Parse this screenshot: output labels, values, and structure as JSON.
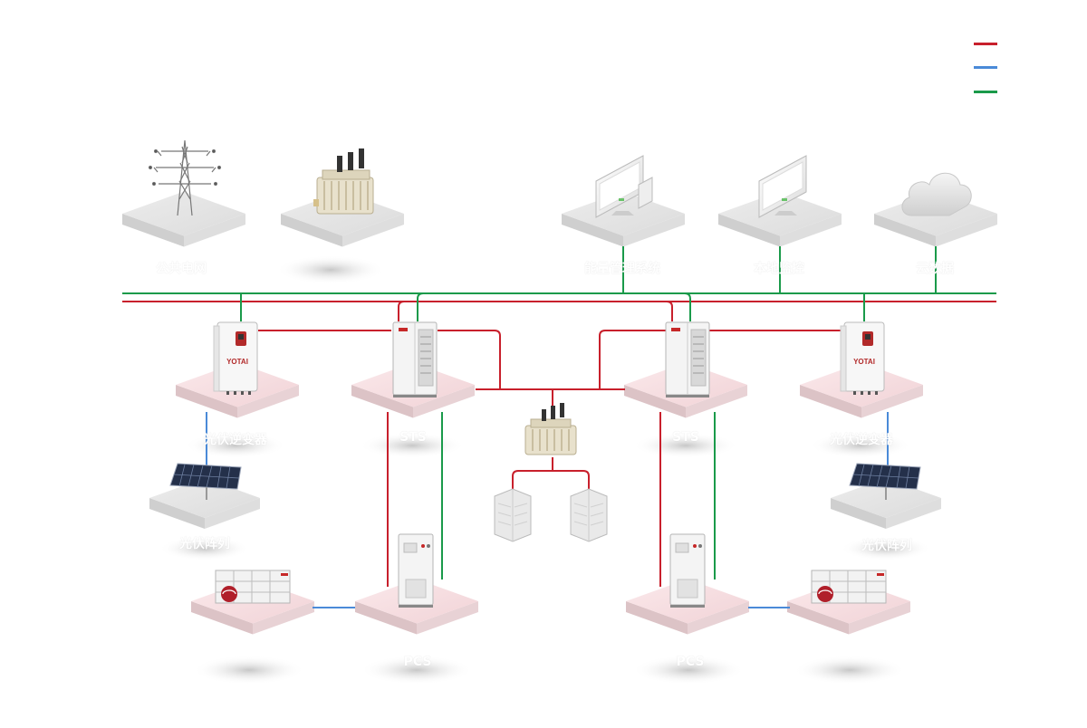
{
  "legend": {
    "items": [
      {
        "color": "#c8202c"
      },
      {
        "color": "#4a8ad8"
      },
      {
        "color": "#1a9a4a"
      }
    ]
  },
  "colors": {
    "ac_line": "#c8202c",
    "dc_line": "#4a8ad8",
    "comm_line": "#1a9a4a",
    "platform": "#e2e2e2",
    "platform_pink": "#f3dcdf"
  },
  "nodes": {
    "grid": {
      "label": "公共电网",
      "icon": "transmission-tower-icon"
    },
    "transformer_main": {
      "label": "",
      "icon": "transformer-icon"
    },
    "ems": {
      "label": "能量管理系统",
      "icon": "monitor-icon"
    },
    "local_monitor": {
      "label": "本地监控",
      "icon": "monitor-icon"
    },
    "cloud": {
      "label": "云数据",
      "icon": "cloud-icon"
    },
    "pv_inverter_left": {
      "label": "光伏逆变器",
      "icon": "inverter-icon",
      "brand": "YOTAI"
    },
    "sts_left": {
      "label": "STS",
      "icon": "cabinet-icon"
    },
    "sts_right": {
      "label": "STS",
      "icon": "cabinet-icon"
    },
    "pv_inverter_right": {
      "label": "光伏逆变器",
      "icon": "inverter-icon",
      "brand": "YOTAI"
    },
    "pv_array_left": {
      "label": "光伏阵列",
      "icon": "solar-panel-icon"
    },
    "pv_array_right": {
      "label": "光伏阵列",
      "icon": "solar-panel-icon"
    },
    "transformer_center": {
      "label": "",
      "icon": "transformer-icon"
    },
    "load_left": {
      "label": "",
      "icon": "load-icon"
    },
    "load_right": {
      "label": "",
      "icon": "load-icon"
    },
    "battery_left": {
      "label": "",
      "icon": "battery-rack-icon"
    },
    "pcs_left": {
      "label": "PCS",
      "icon": "pcs-cabinet-icon"
    },
    "pcs_right": {
      "label": "PCS",
      "icon": "pcs-cabinet-icon"
    },
    "battery_right": {
      "label": "",
      "icon": "battery-rack-icon"
    }
  }
}
